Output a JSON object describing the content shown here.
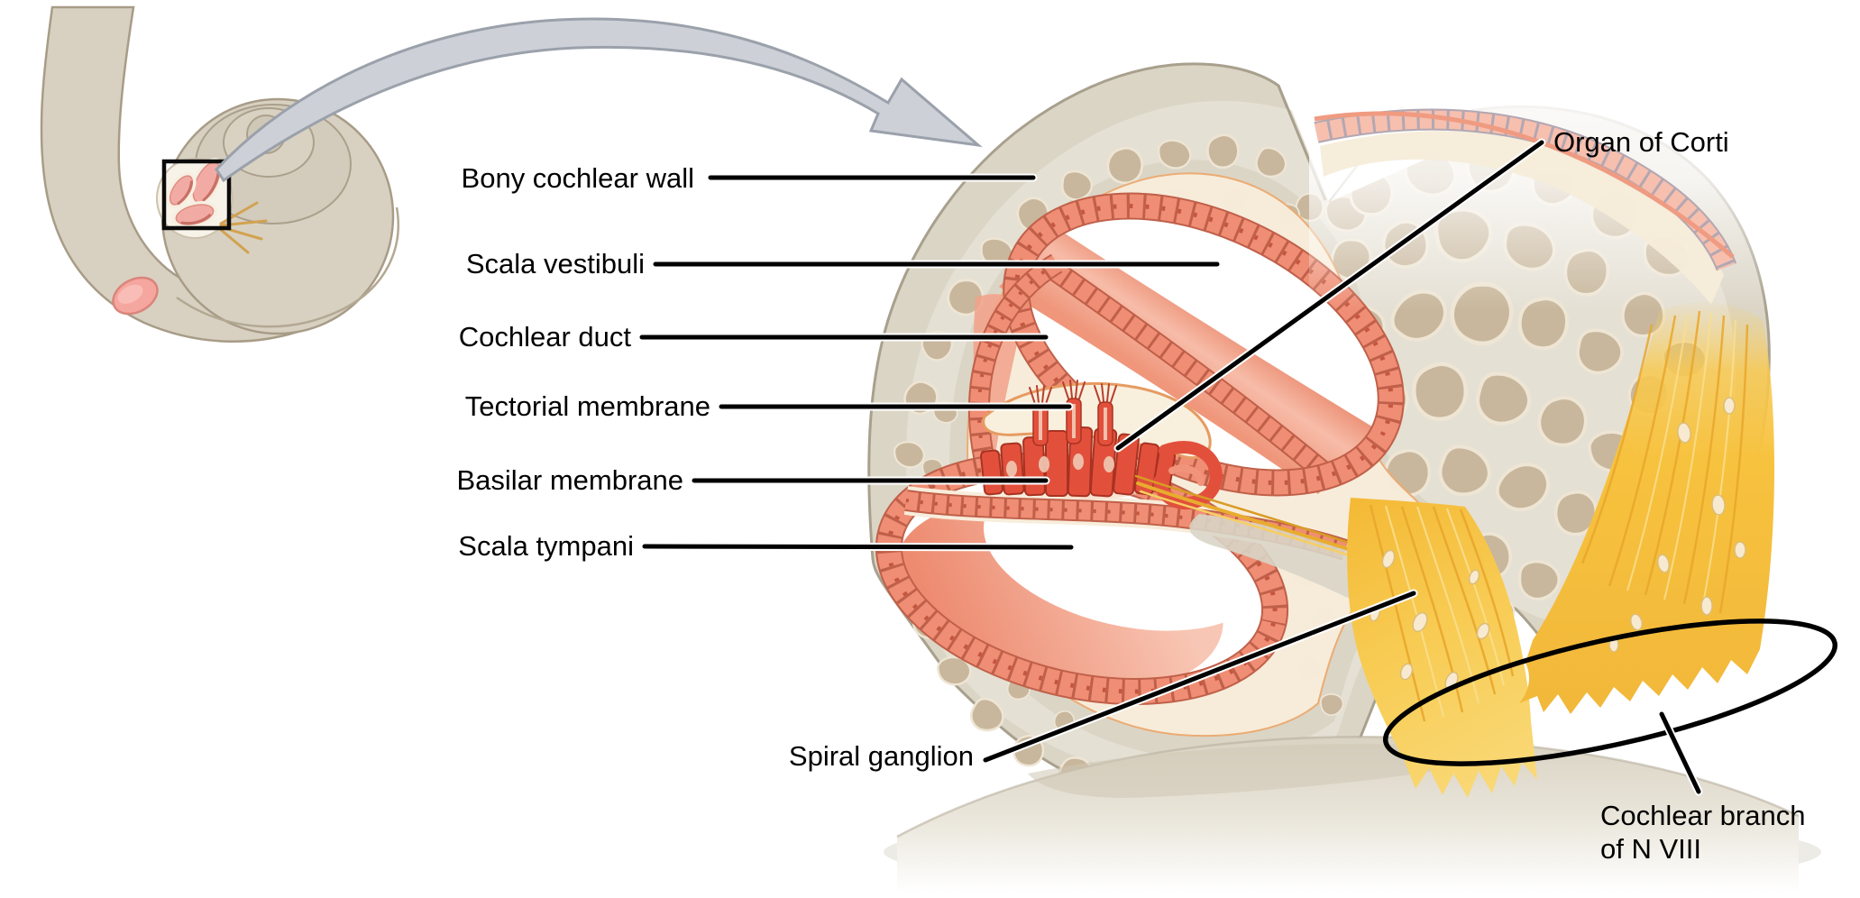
{
  "labels": [
    {
      "id": "bony-cochlear-wall",
      "text": "Bony cochlear wall"
    },
    {
      "id": "scala-vestibuli",
      "text": "Scala vestibuli"
    },
    {
      "id": "cochlear-duct",
      "text": "Cochlear duct"
    },
    {
      "id": "tectorial-membrane",
      "text": "Tectorial membrane"
    },
    {
      "id": "basilar-membrane",
      "text": "Basilar membrane"
    },
    {
      "id": "scala-tympani",
      "text": "Scala tympani"
    },
    {
      "id": "spiral-ganglion",
      "text": "Spiral ganglion"
    },
    {
      "id": "organ-of-corti",
      "text": "Organ of Corti"
    },
    {
      "id": "cochlear-branch-of-n-viii",
      "text": "Cochlear branch of N VIII"
    }
  ],
  "palette": {
    "bone": "#d9d3c4",
    "bone_speckle": "#c8b79c",
    "cell_salmon": "#ef8e74",
    "cell_outline": "#c0604a",
    "membrane_coral": "#f0977c",
    "duct_cream": "#f8eddb",
    "organ_red": "#e2503c",
    "nerve_yellow": "#f7c43e",
    "arrow_gray": "#cdd1d7",
    "leader_line": "#000000"
  }
}
